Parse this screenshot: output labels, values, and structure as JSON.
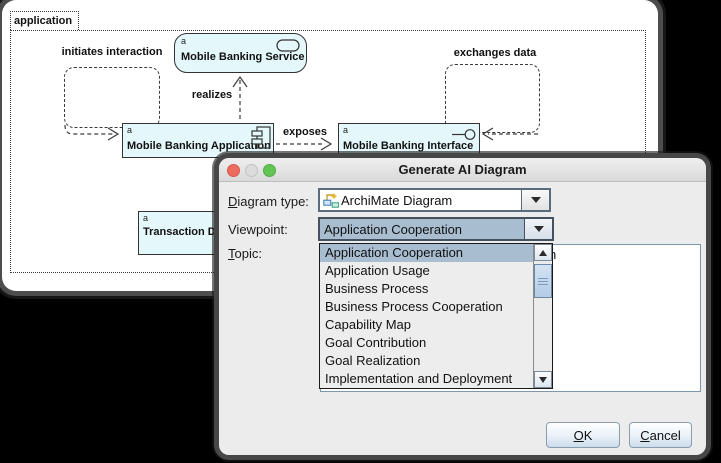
{
  "diagram": {
    "group_label": "application",
    "marker": "a",
    "elements": {
      "service": {
        "label": "Mobile Banking Service"
      },
      "application": {
        "label": "Mobile Banking Application"
      },
      "interface": {
        "label": "Mobile Banking Interface"
      },
      "data_object": {
        "label": "Transaction Data"
      }
    },
    "connections": {
      "initiates": {
        "label": "initiates interaction"
      },
      "exchanges": {
        "label": "exchanges data"
      },
      "realizes": {
        "label": "realizes"
      },
      "exposes": {
        "label": "exposes"
      }
    },
    "colors": {
      "element_fill": "#E4F8FB",
      "line": "#3A3A3A"
    }
  },
  "dialog": {
    "title": "Generate AI Diagram",
    "diagram_type": {
      "mnemonic": "D",
      "label_rest": "iagram type:",
      "value": "ArchiMate Diagram"
    },
    "viewpoint": {
      "label": "Viewpoint:",
      "value": "Application Cooperation"
    },
    "topic": {
      "mnemonic": "T",
      "label_rest": "opic:",
      "visible_text_fragment": "n"
    },
    "viewpoint_options": [
      "Application Cooperation",
      "Application Usage",
      "Business Process",
      "Business Process Cooperation",
      "Capability Map",
      "Goal Contribution",
      "Goal Realization",
      "Implementation and Deployment"
    ],
    "selected_option_index": 0,
    "buttons": {
      "ok_mnemonic": "O",
      "ok_rest": "K",
      "cancel_mnemonic": "C",
      "cancel_rest": "ancel"
    },
    "colors": {
      "selection_bg": "#A9BDD1",
      "dialog_bg": "#ECECEC",
      "traffic_red": "#ED6A5E",
      "traffic_gray": "#DCDCDC",
      "traffic_green": "#61C454"
    }
  }
}
